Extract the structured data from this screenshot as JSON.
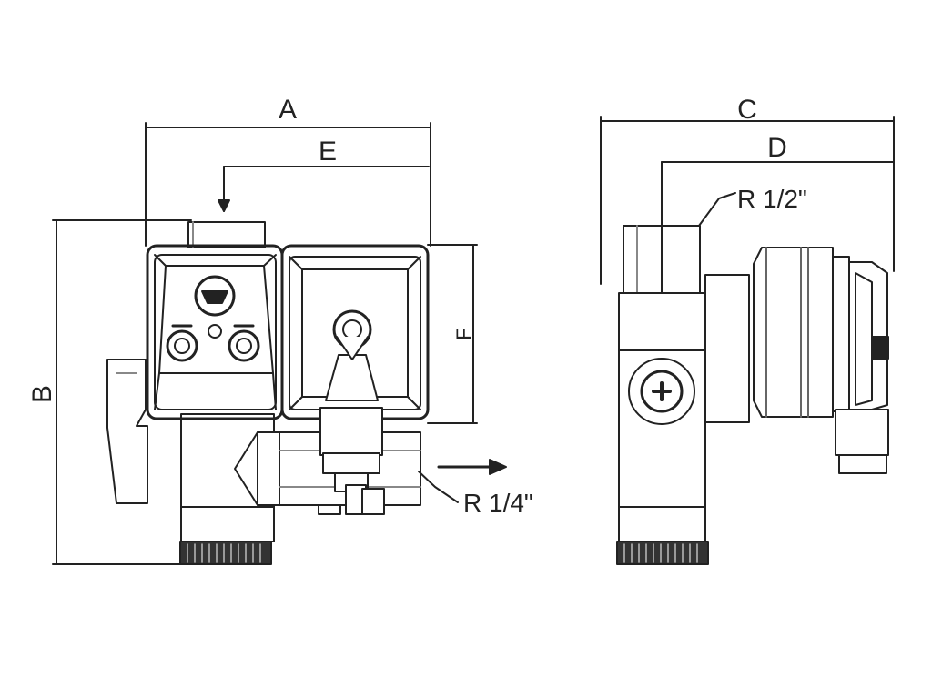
{
  "dimensions": {
    "a": "A",
    "b": "B",
    "c": "C",
    "d": "D",
    "e": "E",
    "f": "F"
  },
  "threads": {
    "inlet": "R 1/2\"",
    "outlet": "R 1/4\""
  },
  "colors": {
    "line": "#222222",
    "light_line": "#666666",
    "fill": "#ffffff"
  }
}
